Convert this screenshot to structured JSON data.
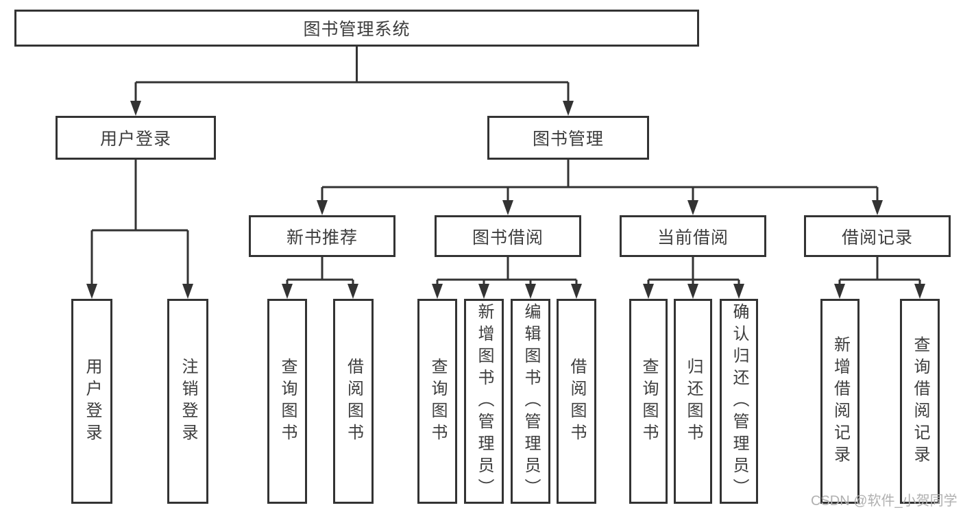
{
  "colors": {
    "background": "#ffffff",
    "box_border": "#333333",
    "line": "#333333",
    "text": "#3d3d3d",
    "watermark": "#b0b0b0"
  },
  "diagram": {
    "type": "hierarchy-tree",
    "nodes": {
      "root": "图书管理系统",
      "l2_user_login": "用户登录",
      "l2_book_mgmt": "图书管理",
      "l3_new_book_rec": "新书推荐",
      "l3_book_borrow": "图书借阅",
      "l3_current_borrow": "当前借阅",
      "l3_borrow_records": "借阅记录",
      "leaf_user_login": "用户登录",
      "leaf_logout": "注销登录",
      "leaf_rec_query_books": "查询图书",
      "leaf_rec_borrow_books": "借阅图书",
      "leaf_bor_query_books": "查询图书",
      "leaf_bor_add_books": "新增图书（管理员）",
      "leaf_bor_edit_books": "编辑图书（管理员）",
      "leaf_bor_borrow_books": "借阅图书",
      "leaf_cur_query_books": "查询图书",
      "leaf_cur_return_books": "归还图书",
      "leaf_cur_confirm_return": "确认归还（管理员）",
      "leaf_rcd_add_record": "新增借阅记录",
      "leaf_rcd_query_record": "查询借阅记录"
    },
    "edges": [
      [
        "图书管理系统",
        "用户登录"
      ],
      [
        "图书管理系统",
        "图书管理"
      ],
      [
        "用户登录",
        "用户登录"
      ],
      [
        "用户登录",
        "注销登录"
      ],
      [
        "图书管理",
        "新书推荐"
      ],
      [
        "图书管理",
        "图书借阅"
      ],
      [
        "图书管理",
        "当前借阅"
      ],
      [
        "图书管理",
        "借阅记录"
      ],
      [
        "新书推荐",
        "查询图书"
      ],
      [
        "新书推荐",
        "借阅图书"
      ],
      [
        "图书借阅",
        "查询图书"
      ],
      [
        "图书借阅",
        "新增图书（管理员）"
      ],
      [
        "图书借阅",
        "编辑图书（管理员）"
      ],
      [
        "图书借阅",
        "借阅图书"
      ],
      [
        "当前借阅",
        "查询图书"
      ],
      [
        "当前借阅",
        "归还图书"
      ],
      [
        "当前借阅",
        "确认归还（管理员）"
      ],
      [
        "借阅记录",
        "新增借阅记录"
      ],
      [
        "借阅记录",
        "查询借阅记录"
      ]
    ]
  },
  "watermark": {
    "text": "CSDN @软件_小贺同学"
  }
}
